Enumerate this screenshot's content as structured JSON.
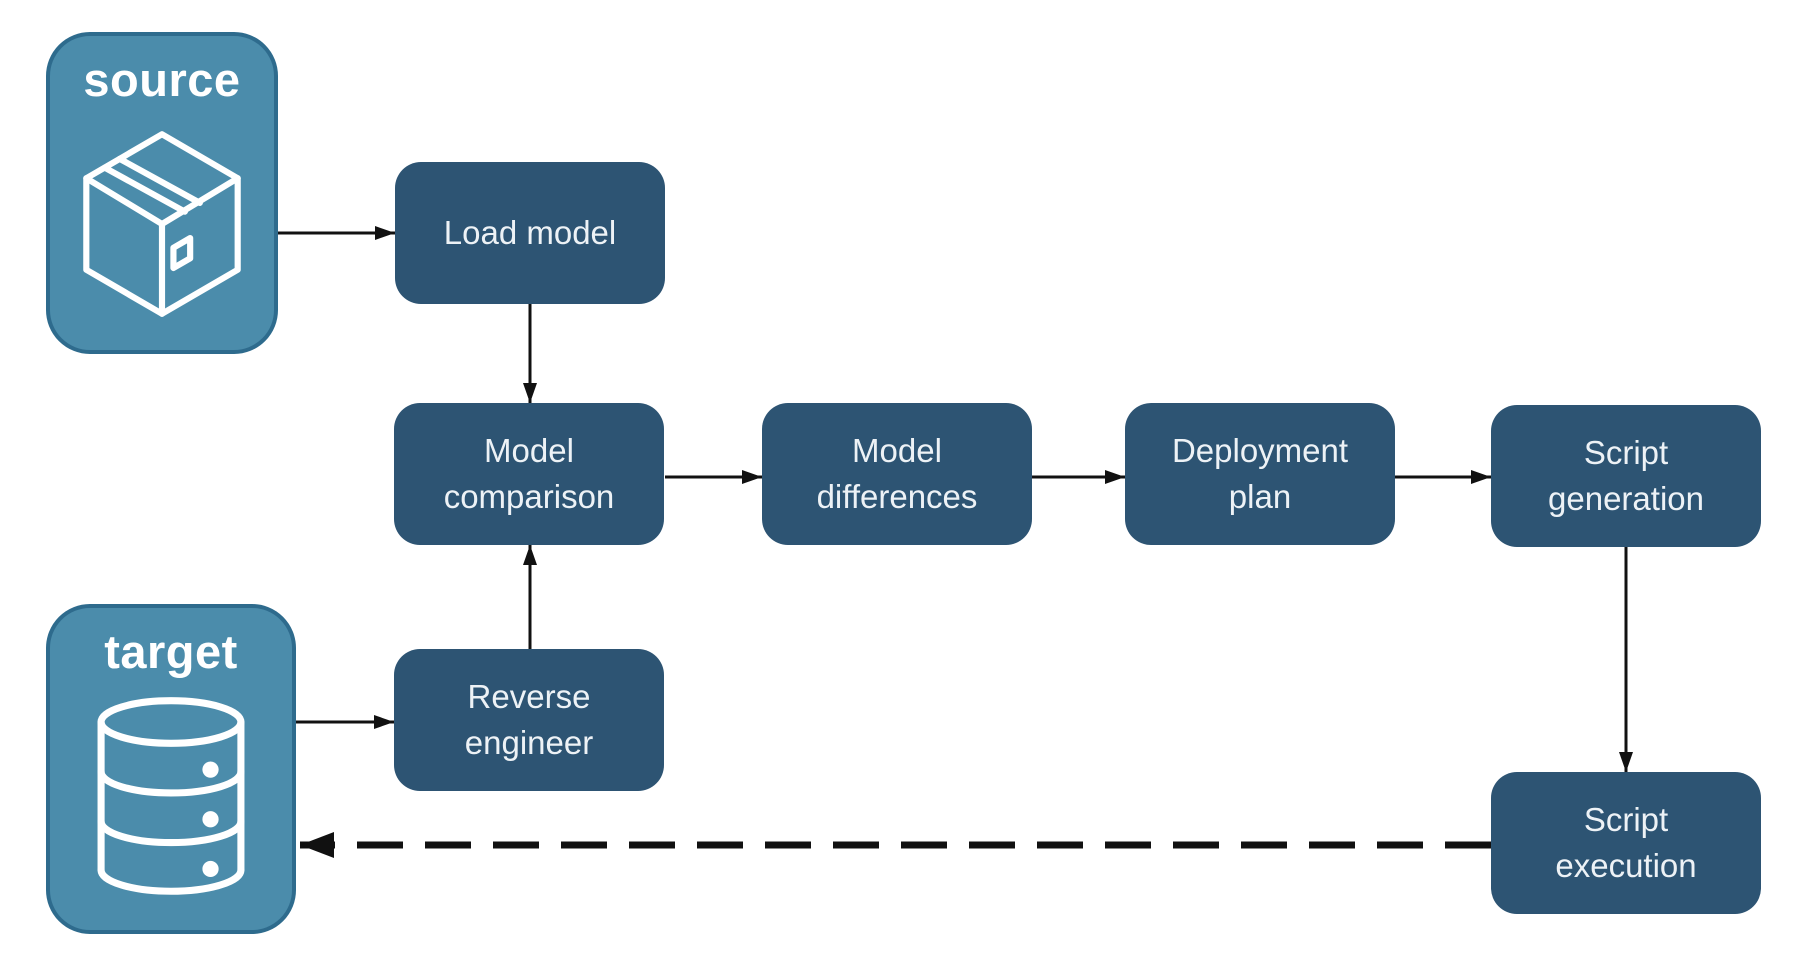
{
  "diagram": {
    "description": "Schema compare / deployment flow between a source model and a target database",
    "colors": {
      "container_fill": "#4B8CAB",
      "container_border": "#2E6B8D",
      "node_fill": "#2D5473",
      "node_text": "#EDF2F6",
      "container_text": "#FFFFFF",
      "arrow": "#111111",
      "background": "#FFFFFF"
    },
    "nodes": {
      "source": {
        "label": "source",
        "icon": "package-box-icon"
      },
      "target": {
        "label": "target",
        "icon": "database-icon"
      },
      "load_model": {
        "label": "Load model"
      },
      "model_comparison": {
        "label": "Model comparison"
      },
      "model_differences": {
        "label": "Model differences"
      },
      "deployment_plan": {
        "label": "Deployment plan"
      },
      "script_generation": {
        "label": "Script generation"
      },
      "reverse_engineer": {
        "label": "Reverse engineer"
      },
      "script_execution": {
        "label": "Script execution"
      }
    },
    "edges": [
      {
        "from": "source",
        "to": "load_model",
        "style": "solid"
      },
      {
        "from": "load_model",
        "to": "model_comparison",
        "style": "solid"
      },
      {
        "from": "model_comparison",
        "to": "model_differences",
        "style": "solid"
      },
      {
        "from": "model_differences",
        "to": "deployment_plan",
        "style": "solid"
      },
      {
        "from": "deployment_plan",
        "to": "script_generation",
        "style": "solid"
      },
      {
        "from": "script_generation",
        "to": "script_execution",
        "style": "solid"
      },
      {
        "from": "target",
        "to": "reverse_engineer",
        "style": "solid"
      },
      {
        "from": "reverse_engineer",
        "to": "model_comparison",
        "style": "solid"
      },
      {
        "from": "script_execution",
        "to": "target",
        "style": "dashed"
      }
    ]
  }
}
